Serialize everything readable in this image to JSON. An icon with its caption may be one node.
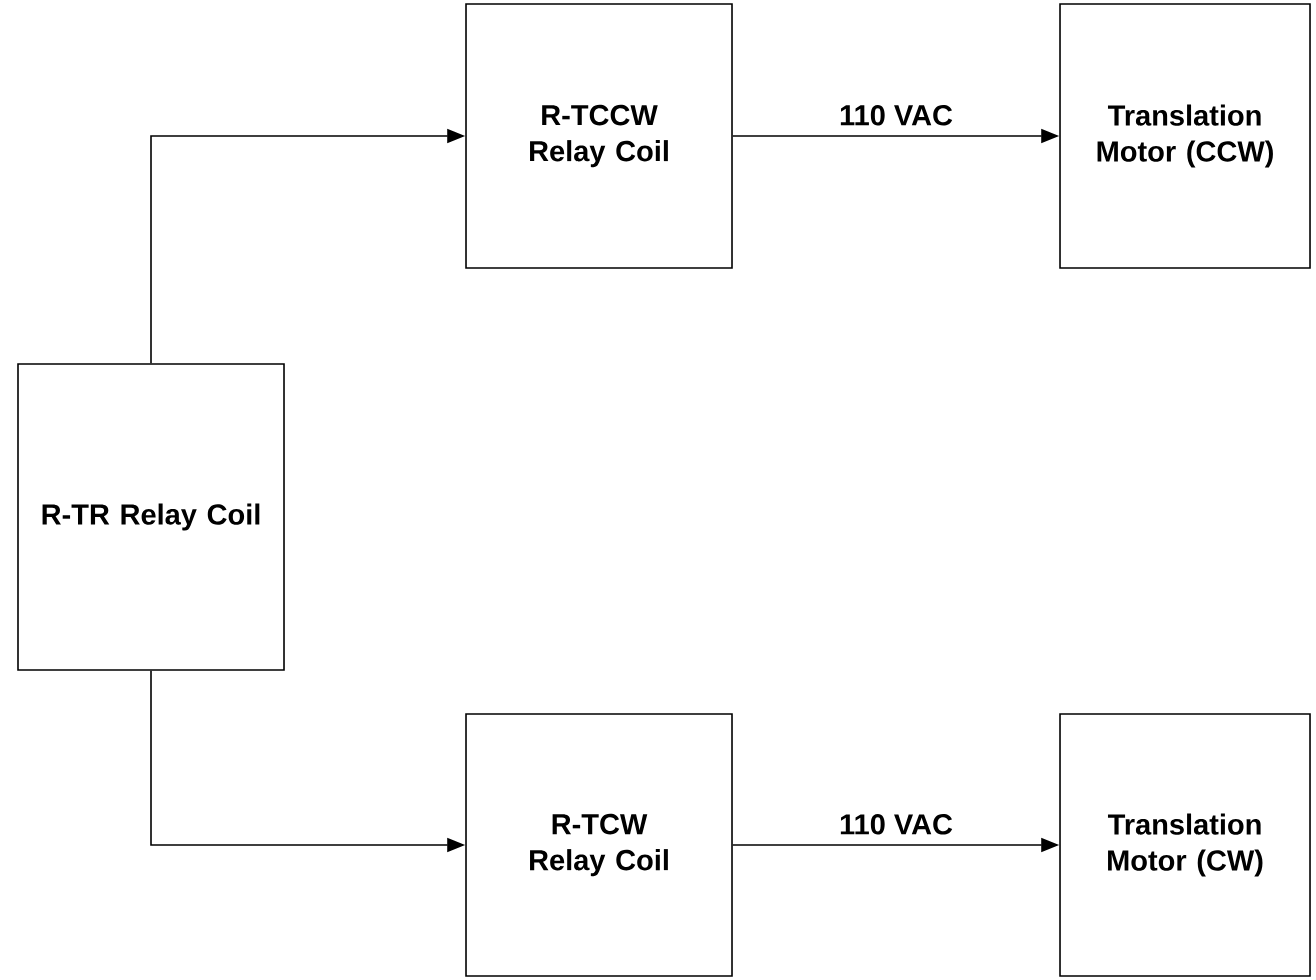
{
  "diagram": {
    "nodes": [
      {
        "text": [
          "R-TR Relay Coil"
        ]
      },
      {
        "text": [
          "R-TCCW Relay Coil"
        ]
      },
      {
        "text": [
          "Translation Motor (CCW)"
        ]
      },
      {
        "text": [
          "R-TCW Relay Coil"
        ]
      },
      {
        "text": [
          "Translation Motor (CW)"
        ]
      }
    ],
    "edges": [
      {
        "from": 0,
        "to": 1,
        "arrow": "to"
      },
      {
        "from": 1,
        "to": 2,
        "arrow": "to",
        "label": "110 VAC"
      },
      {
        "from": 0,
        "to": 3,
        "arrow": "to"
      },
      {
        "from": 3,
        "to": 4,
        "arrow": "to",
        "label": "110 VAC"
      }
    ]
  }
}
